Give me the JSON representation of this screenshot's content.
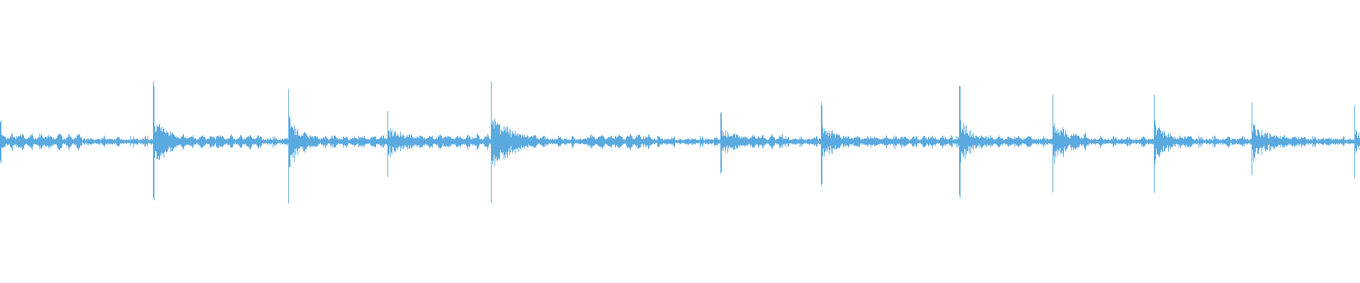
{
  "waveform": {
    "color": "#5aaae0",
    "background": "#ffffff",
    "duration_fraction_total": 1.0,
    "baseline_amplitude": 0.045,
    "transients": [
      {
        "position": 0.0,
        "amplitude": 0.35,
        "decay": 0.006
      },
      {
        "position": 0.1125,
        "amplitude": 1.0,
        "decay": 0.012
      },
      {
        "position": 0.2115,
        "amplitude": 0.95,
        "decay": 0.012
      },
      {
        "position": 0.2845,
        "amplitude": 0.55,
        "decay": 0.02
      },
      {
        "position": 0.3605,
        "amplitude": 1.0,
        "decay": 0.018
      },
      {
        "position": 0.5295,
        "amplitude": 0.52,
        "decay": 0.018
      },
      {
        "position": 0.6035,
        "amplitude": 0.65,
        "decay": 0.016
      },
      {
        "position": 0.705,
        "amplitude": 0.92,
        "decay": 0.01
      },
      {
        "position": 0.7735,
        "amplitude": 0.85,
        "decay": 0.014
      },
      {
        "position": 0.848,
        "amplitude": 0.78,
        "decay": 0.012
      },
      {
        "position": 0.92,
        "amplitude": 0.65,
        "decay": 0.018
      },
      {
        "position": 0.9955,
        "amplitude": 0.65,
        "decay": 0.006
      }
    ],
    "bursts": [
      {
        "start": 0.0,
        "end": 0.06,
        "amplitude": 0.14
      },
      {
        "start": 0.113,
        "end": 0.19,
        "amplitude": 0.12
      },
      {
        "start": 0.212,
        "end": 0.285,
        "amplitude": 0.1
      },
      {
        "start": 0.285,
        "end": 0.36,
        "amplitude": 0.12
      },
      {
        "start": 0.362,
        "end": 0.4,
        "amplitude": 0.12
      },
      {
        "start": 0.43,
        "end": 0.48,
        "amplitude": 0.14
      },
      {
        "start": 0.53,
        "end": 0.58,
        "amplitude": 0.12
      },
      {
        "start": 0.604,
        "end": 0.7,
        "amplitude": 0.1
      },
      {
        "start": 0.706,
        "end": 0.76,
        "amplitude": 0.1
      },
      {
        "start": 0.774,
        "end": 0.8,
        "amplitude": 0.14
      },
      {
        "start": 0.849,
        "end": 0.88,
        "amplitude": 0.1
      },
      {
        "start": 0.921,
        "end": 0.96,
        "amplitude": 0.1
      }
    ]
  }
}
